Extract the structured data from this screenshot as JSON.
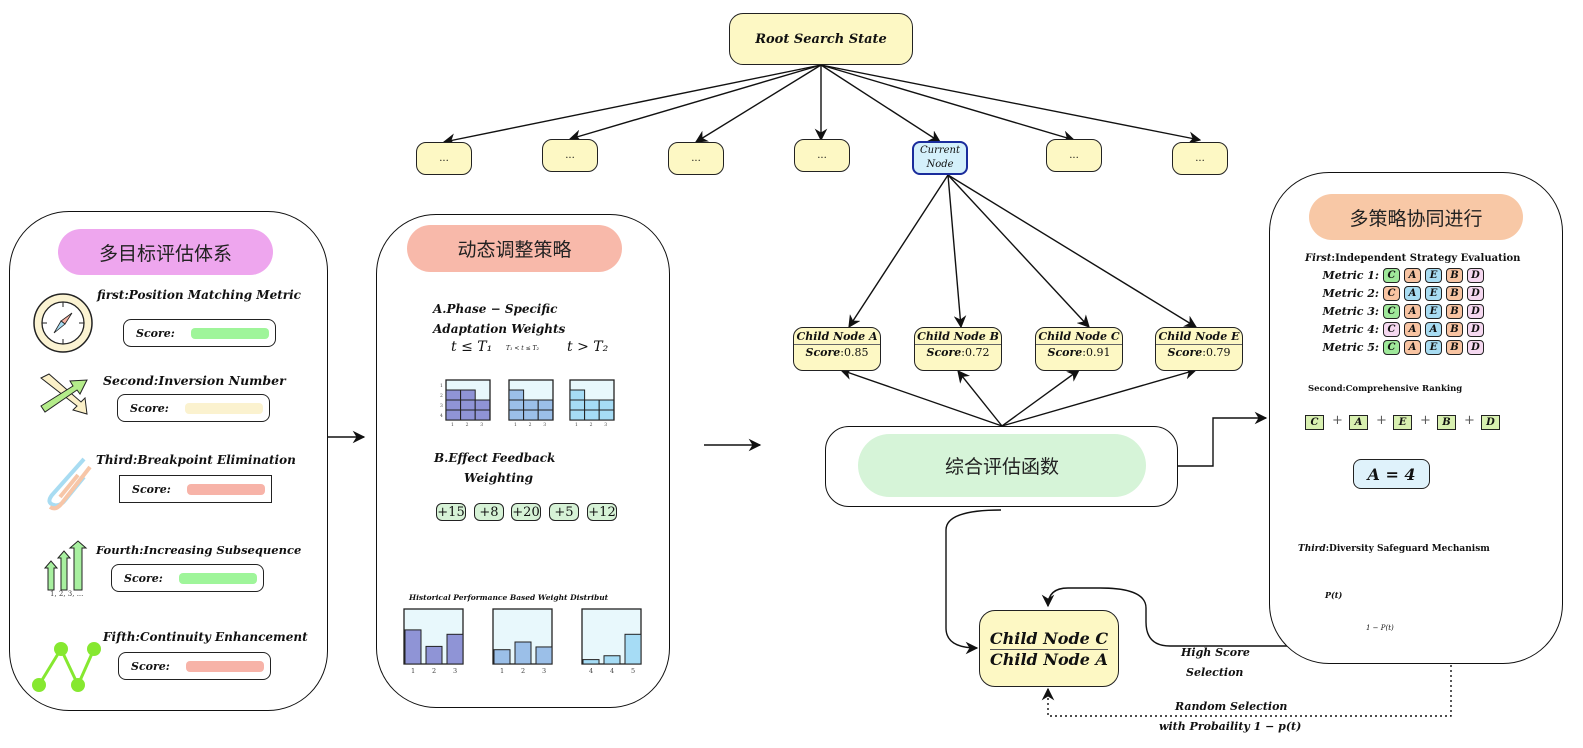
{
  "tree": {
    "root": "Root Search State",
    "level1": [
      "...",
      "...",
      "...",
      "...",
      "Current Node",
      "...",
      "..."
    ],
    "current_node": [
      "Current",
      "Node"
    ],
    "children": [
      {
        "name": "Child Node A",
        "score_label": "Score",
        "score": "0.85"
      },
      {
        "name": "Child Node B",
        "score_label": "Score",
        "score": "0.72"
      },
      {
        "name": "Child Node C",
        "score_label": "Score",
        "score": "0.91"
      },
      {
        "name": "Child Node E",
        "score_label": "Score",
        "score": "0.79"
      }
    ],
    "eval_function": "综合评估函数",
    "selected": [
      "Child Node C",
      "Child Node A"
    ],
    "high_score_label": [
      "High Score",
      "Selection"
    ],
    "random_label": [
      "Random Selection",
      "with Probaility 1 − p(t)"
    ]
  },
  "left_panel": {
    "title": "多目标评估体系",
    "title_color": "#eea6ee",
    "metrics": [
      {
        "title": "first:Position Matching Metric",
        "icon": "compass-icon",
        "score_label": "Score:",
        "bar_color": "#9ff59a"
      },
      {
        "title": "Second:Inversion Number",
        "icon": "crossed-arrows-icon",
        "score_label": "Score:",
        "bar_color": "#fbf2cf"
      },
      {
        "title": "Third:Breakpoint Elimination",
        "icon": "paperclip-icon",
        "score_label": "Score:",
        "bar_color": "#f7b3a8"
      },
      {
        "title": "Fourth:Increasing Subsequence",
        "icon": "rising-arrows-icon",
        "icon_caption": "1, 2, 3, ...",
        "score_label": "Score:",
        "bar_color": "#9ff59a"
      },
      {
        "title": "Fifth:Continuity Enhancement",
        "icon": "zigzag-nodes-icon",
        "score_label": "Score:",
        "bar_color": "#f7b3a8"
      }
    ]
  },
  "middle_panel": {
    "title": "动态调整策略",
    "title_color": "#f8b9aa",
    "section_a": [
      "A.Phase − Specific",
      "Adaptation Weights"
    ],
    "phases": [
      "t ≤ T₁",
      "T₁ < t ≤ T₂",
      "t > T₂"
    ],
    "grid_rows": [
      "1",
      "2",
      "3",
      "4"
    ],
    "grid_cols": [
      "1",
      "2",
      "3"
    ],
    "section_b": [
      "B.Effect Feedback",
      "Weighting"
    ],
    "feedback": [
      "+15",
      "+8",
      "+20",
      "+5",
      "+12"
    ],
    "hist_title": "Historical Performance Based Weight Distribut",
    "hist_charts": [
      {
        "labels": [
          "1",
          "2",
          "3"
        ],
        "values": [
          0.62,
          0.32,
          0.54
        ],
        "color": "#8f94d6"
      },
      {
        "labels": [
          "1",
          "2",
          "3"
        ],
        "values": [
          0.26,
          0.4,
          0.31
        ],
        "color": "#9bbfe8"
      },
      {
        "labels": [
          "4",
          "4",
          "5"
        ],
        "values": [
          0.08,
          0.15,
          0.54
        ],
        "color": "#a6dcf5"
      }
    ]
  },
  "right_panel": {
    "title": "多策略协同进行",
    "title_color": "#f8c8a6",
    "first_label_it": "First",
    "first_label": ":Independent Strategy Evaluation",
    "metric_rows": [
      {
        "label": "Metric 1:",
        "tags": [
          [
            "C",
            "#9fe89a"
          ],
          [
            "A",
            "#f8c4a2"
          ],
          [
            "E",
            "#a8dcf2"
          ],
          [
            "B",
            "#f8c4a2"
          ],
          [
            "D",
            "#f5d8f0"
          ]
        ]
      },
      {
        "label": "Metric 2:",
        "tags": [
          [
            "C",
            "#f8c4a2"
          ],
          [
            "A",
            "#a8dcf2"
          ],
          [
            "E",
            "#a8dcf2"
          ],
          [
            "B",
            "#f8c4a2"
          ],
          [
            "D",
            "#f5d8f0"
          ]
        ]
      },
      {
        "label": "Metric 3:",
        "tags": [
          [
            "C",
            "#9fe89a"
          ],
          [
            "A",
            "#f8c4a2"
          ],
          [
            "E",
            "#a8dcf2"
          ],
          [
            "B",
            "#f8c4a2"
          ],
          [
            "D",
            "#f5d8f0"
          ]
        ]
      },
      {
        "label": "Metric 4:",
        "tags": [
          [
            "C",
            "#f5d8f0"
          ],
          [
            "A",
            "#f8c4a2"
          ],
          [
            "A",
            "#a8dcf2"
          ],
          [
            "B",
            "#f8c4a2"
          ],
          [
            "D",
            "#f5d8f0"
          ]
        ]
      },
      {
        "label": "Metric 5:",
        "tags": [
          [
            "C",
            "#9fe89a"
          ],
          [
            "A",
            "#f8c4a2"
          ],
          [
            "E",
            "#a8dcf2"
          ],
          [
            "B",
            "#f8c4a2"
          ],
          [
            "D",
            "#f5d8f0"
          ]
        ]
      }
    ],
    "second_label": "Second:Comprehensive Ranking",
    "ranking": [
      "C",
      "A",
      "E",
      "B",
      "D"
    ],
    "plus": "+",
    "result": "A = 4",
    "third_label_it": "Third",
    "third_label": ":Diversity  Safeguard Mechanism",
    "curve_labels": [
      "P(t)",
      "1 − P(t)"
    ]
  }
}
